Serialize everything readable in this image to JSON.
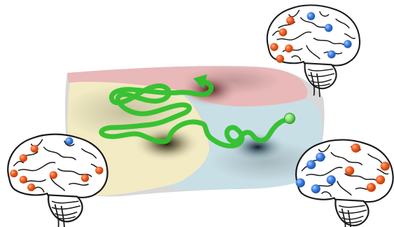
{
  "colors": {
    "background": "#ffffff",
    "region_pink": "#e9b8b8",
    "region_yellow": "#f2ebc4",
    "region_blue": "#c9dfe6",
    "trajectory": "#2fc02a",
    "trajectory_start": "#7be06a",
    "node_red": "#f05a1e",
    "node_blue": "#3a7de0",
    "brain_fill": "#ffffff",
    "brain_outline": "#1a1a1a"
  },
  "icons": {
    "brain": "brain-icon",
    "arrow": "arrow-head-icon",
    "start": "trajectory-start-dot"
  },
  "brains": [
    {
      "name": "brain-top-right",
      "red_nodes": 5,
      "blue_nodes": 4
    },
    {
      "name": "brain-bottom-left",
      "red_nodes": 8,
      "blue_nodes": 1
    },
    {
      "name": "brain-bottom-right",
      "red_nodes": 5,
      "blue_nodes": 5
    }
  ]
}
